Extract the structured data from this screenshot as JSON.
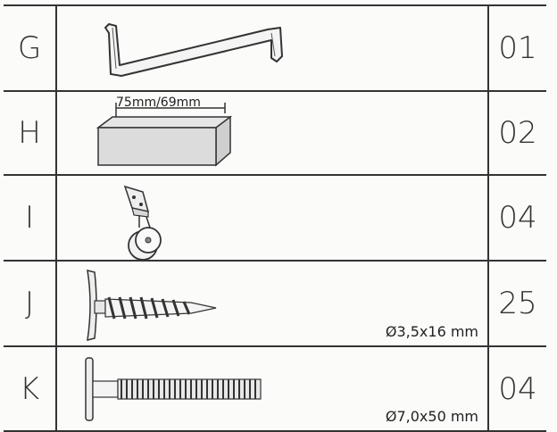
{
  "parts": [
    {
      "letter": "G",
      "qty": "01",
      "dimension": ""
    },
    {
      "letter": "H",
      "qty": "02",
      "dimension": "75mm/69mm"
    },
    {
      "letter": "I",
      "qty": "04",
      "dimension": ""
    },
    {
      "letter": "J",
      "qty": "25",
      "dimension": "Ø3,5x16 mm"
    },
    {
      "letter": "K",
      "qty": "04",
      "dimension": "Ø7,0x50 mm"
    }
  ]
}
